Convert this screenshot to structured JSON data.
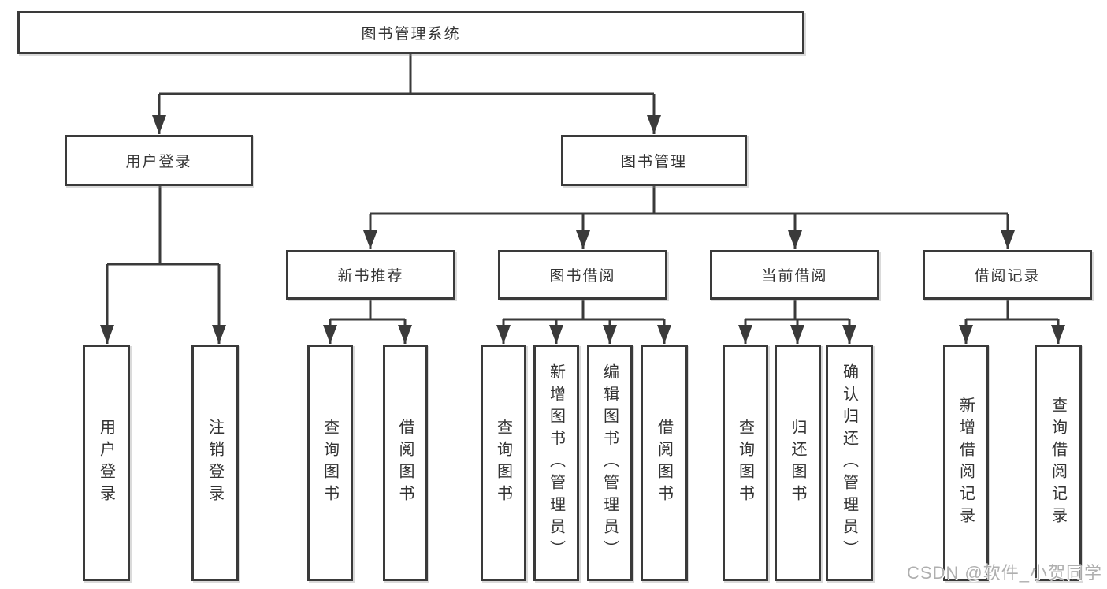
{
  "diagram_title": "图书管理系统",
  "tree": {
    "label": "图书管理系统",
    "children": [
      {
        "label": "用户登录",
        "children": [
          {
            "label": "用户登录"
          },
          {
            "label": "注销登录"
          }
        ]
      },
      {
        "label": "图书管理",
        "children": [
          {
            "label": "新书推荐",
            "children": [
              {
                "label": "查询图书"
              },
              {
                "label": "借阅图书"
              }
            ]
          },
          {
            "label": "图书借阅",
            "children": [
              {
                "label": "查询图书"
              },
              {
                "label": "新增图书（管理员）"
              },
              {
                "label": "编辑图书（管理员）"
              },
              {
                "label": "借阅图书"
              }
            ]
          },
          {
            "label": "当前借阅",
            "children": [
              {
                "label": "查询图书"
              },
              {
                "label": "归还图书"
              },
              {
                "label": "确认归还（管理员）"
              }
            ]
          },
          {
            "label": "借阅记录",
            "children": [
              {
                "label": "新增借阅记录"
              },
              {
                "label": "查询借阅记录"
              }
            ]
          }
        ]
      }
    ]
  },
  "watermark": {
    "text": "CSDN @软件_小贺同学"
  },
  "colors": {
    "line": "#3a3a3a",
    "text": "#333333",
    "background": "#ffffff",
    "watermark": "#a8a8a8"
  }
}
